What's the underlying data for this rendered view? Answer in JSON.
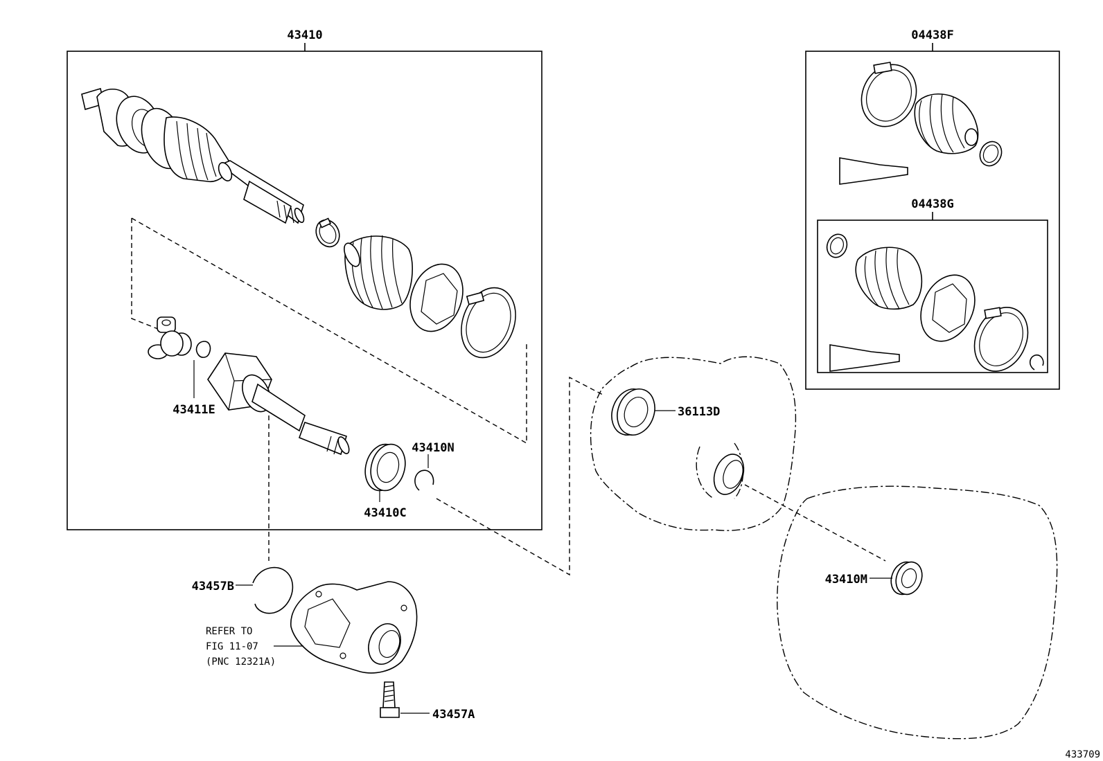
{
  "diagram": {
    "drawing_number": "433709",
    "labels": {
      "assembly": "43410",
      "boot_kit_outer": "04438F",
      "boot_kit_inner": "04438G",
      "snap_ring_inner": "43411E",
      "shaft_seal": "36113D",
      "bearing": "43410C",
      "hole_snap_ring": "43410N",
      "transaxle_seal": "43410M",
      "center_bearing_ring": "43457B",
      "bolt": "43457A"
    },
    "refer_note": {
      "line1": "REFER TO",
      "line2": "FIG 11-07",
      "line3": "(PNC 12321A)"
    }
  }
}
